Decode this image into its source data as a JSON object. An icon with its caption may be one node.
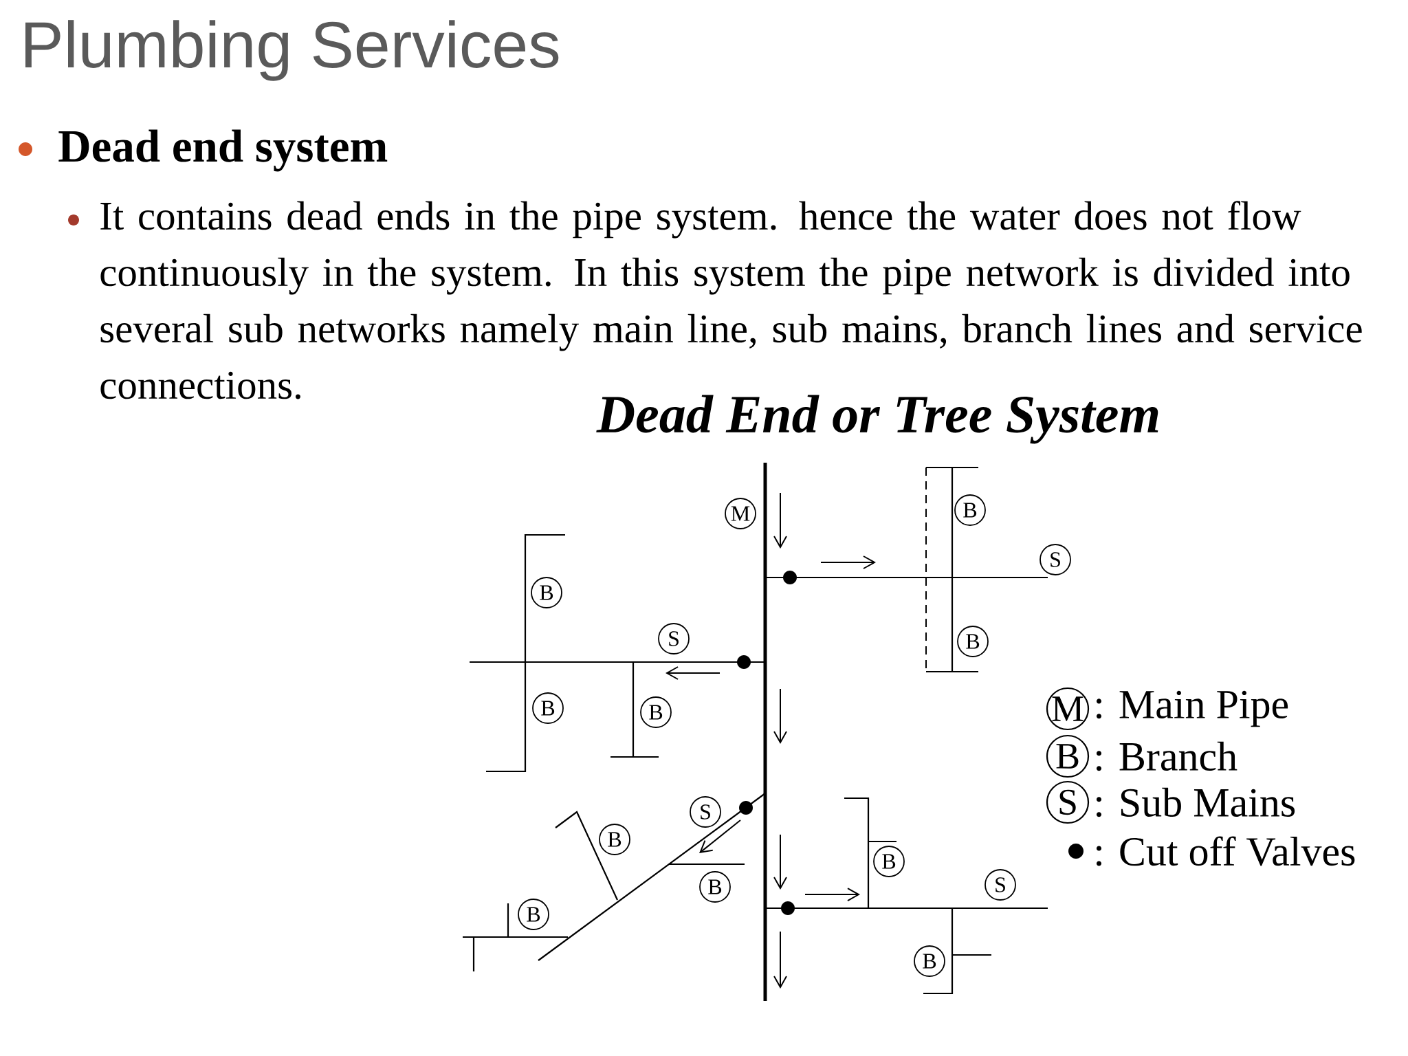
{
  "diagram": {
    "title": "Plumbing Services",
    "labels": [
      "Dead end system",
      "It contains dead ends in the pipe system. hence the water does not flow continuously in the system. In this system the pipe network is divided into several sub networks namely main line, sub mains, branch lines and service connections.",
      "Dead End or Tree System",
      "B",
      "M",
      "S",
      "B",
      "S",
      "B",
      "B",
      "B",
      "S",
      "B",
      "B",
      "S",
      "B",
      "B",
      "B",
      "M",
      "B",
      "S"
    ],
    "legend": [
      {
        "text": ": Main Pipe"
      },
      {
        "text": ": Branch"
      },
      {
        "text": ": Sub Mains"
      },
      {
        "text": ": Cut off Valves"
      }
    ]
  }
}
